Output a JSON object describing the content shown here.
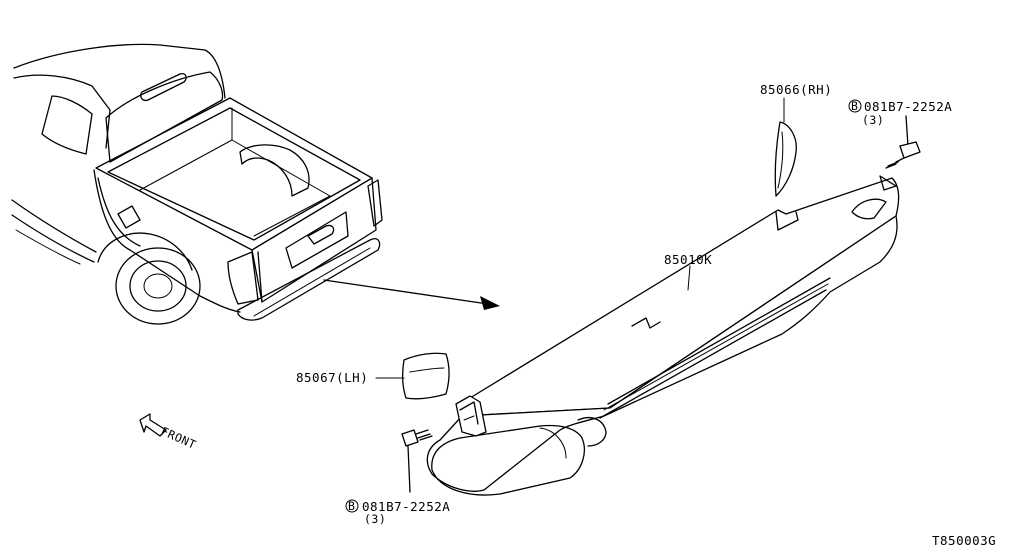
{
  "diagram": {
    "parts": {
      "bumper_rear": "85010K",
      "end_cap_rh": "85066(RH)",
      "end_cap_lh": "85067(LH)"
    },
    "bolt_top": {
      "symbol": "B",
      "part_number": "081B7-2252A",
      "quantity": "(3)"
    },
    "bolt_bottom": {
      "symbol": "B",
      "part_number": "081B7-2252A",
      "quantity": "(3)"
    },
    "front_indicator": "FRONT",
    "diagram_id": "T850003G"
  }
}
